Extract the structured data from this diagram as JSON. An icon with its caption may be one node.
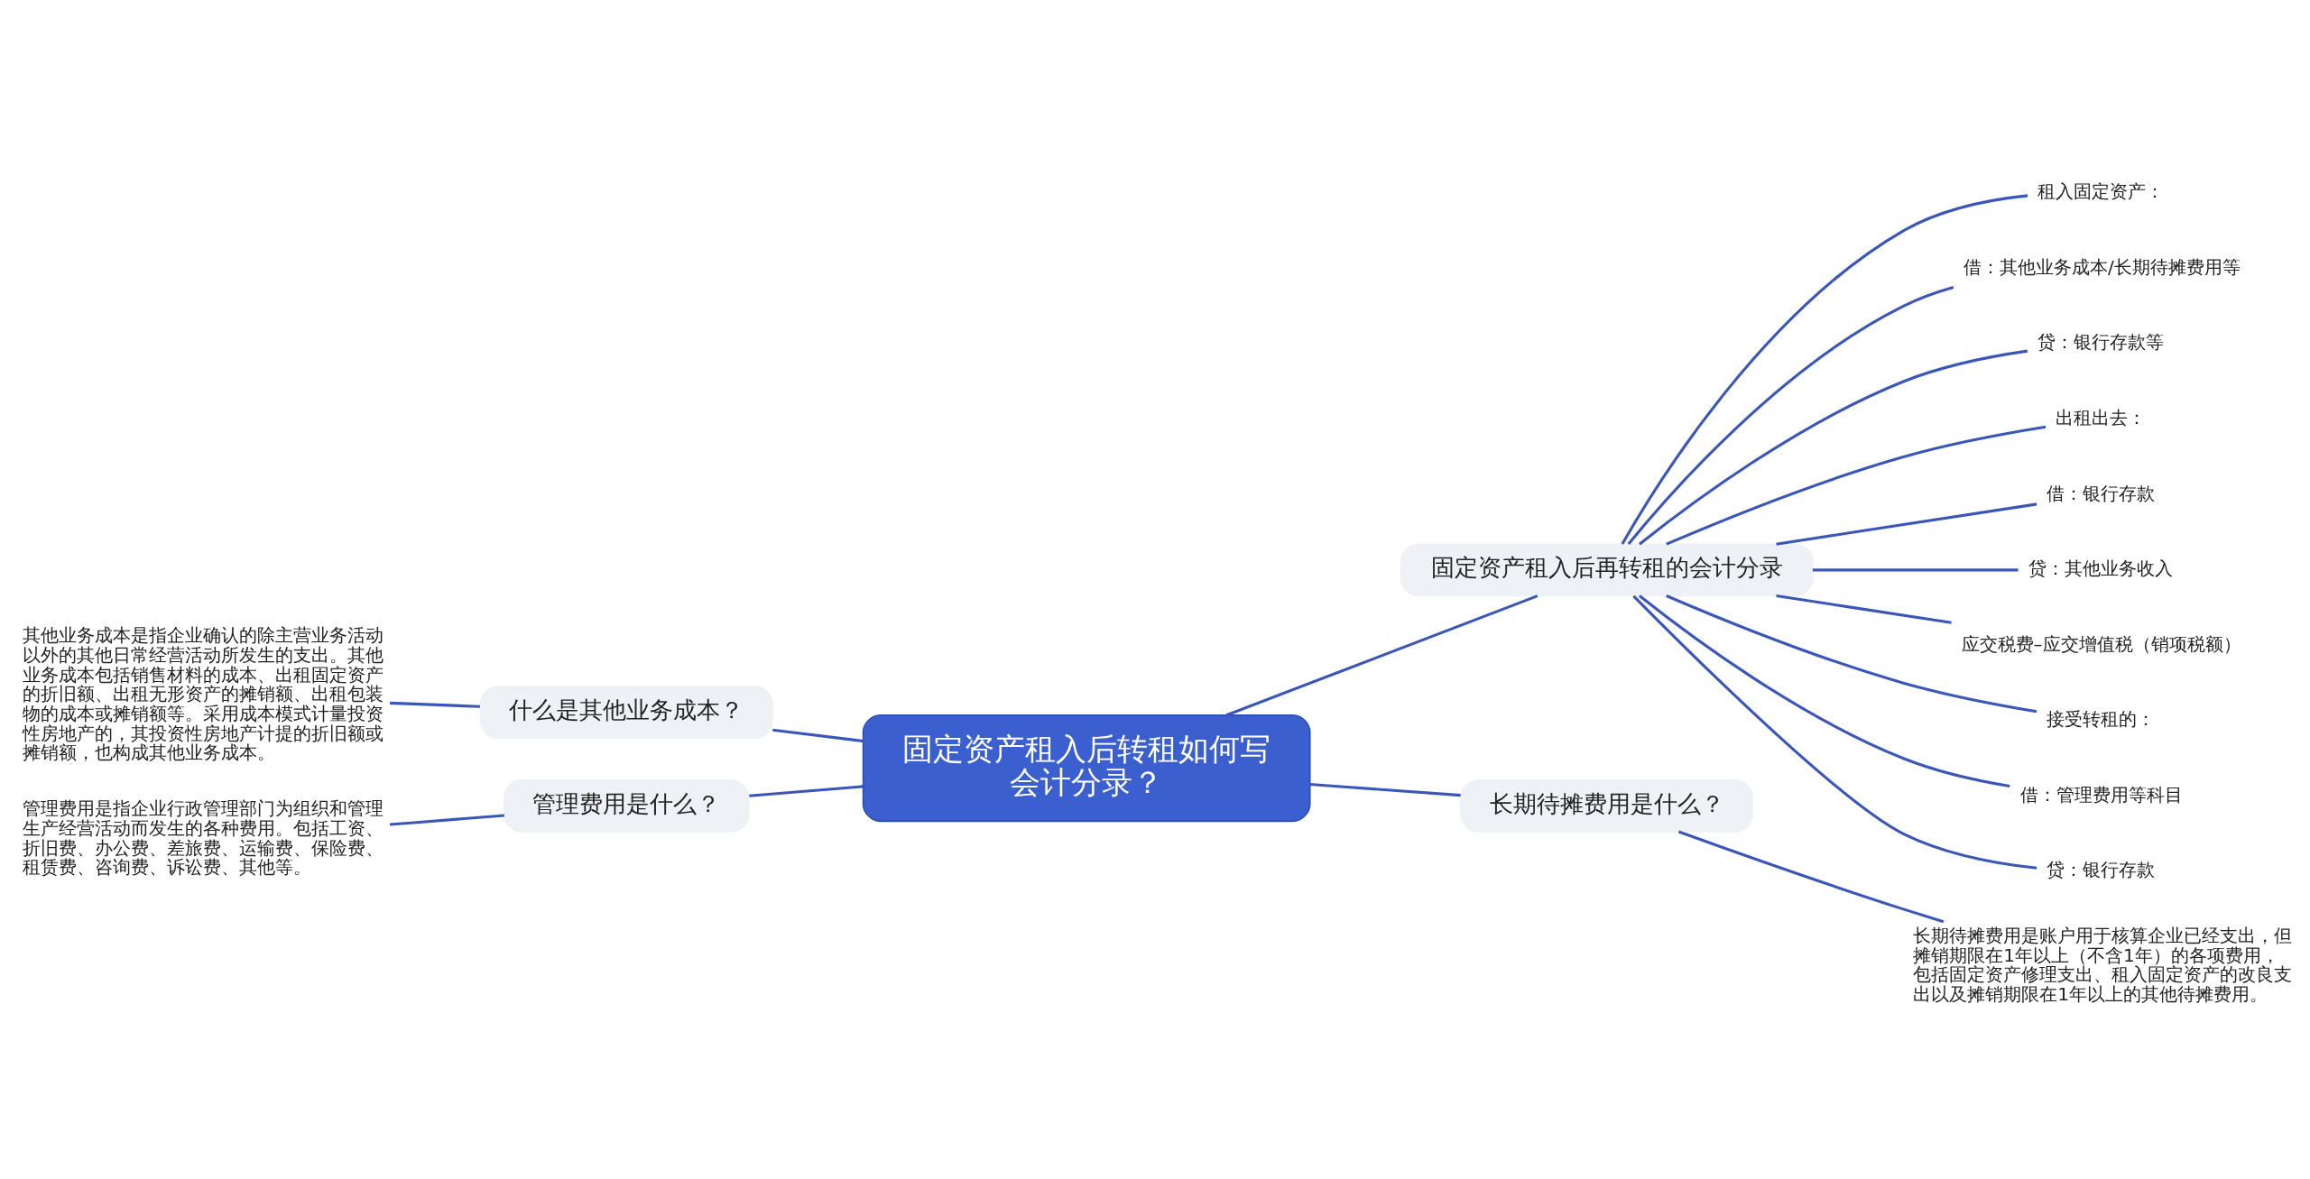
{
  "diagram": {
    "nodes": [
      {
        "text": [
          "固定资产租入后转租如何写会计分录？"
        ]
      },
      {
        "text": [
          "固定资产租入后再转租的会计分录"
        ]
      },
      {
        "text": [
          "租入固定资产："
        ]
      },
      {
        "text": [
          "借：其他业务成本/长期待摊费用等"
        ]
      },
      {
        "text": [
          "贷：银行存款等"
        ]
      },
      {
        "text": [
          "出租出去："
        ]
      },
      {
        "text": [
          "借：银行存款"
        ]
      },
      {
        "text": [
          "贷：其他业务收入"
        ]
      },
      {
        "text": [
          "应交税费–应交增值税（销项税额）"
        ]
      },
      {
        "text": [
          "接受转租的："
        ]
      },
      {
        "text": [
          "借：管理费用等科目"
        ]
      },
      {
        "text": [
          "贷：银行存款"
        ]
      },
      {
        "text": [
          "什么是其他业务成本？"
        ]
      },
      {
        "text": [
          "其他业务成本是指企业确认的除主营业务活动以外的其他日常经营活动所发生的支出。其他业务成本包括销售材料的成本、出租固定资产的折旧额、出租无形资产的摊销额、出租包装物的成本或摊销额等。采用成本模式计量投资性房地产的，其投资性房地产计提的折旧额或摊销额，也构成其他业务成本。"
        ]
      },
      {
        "text": [
          "管理费用是什么？"
        ]
      },
      {
        "text": [
          "管理费用是指企业行政管理部门为组织和管理生产经营活动而发生的各种费用。包括工资、折旧费、办公费、差旅费、运输费、保险费、租赁费、咨询费、诉讼费、其他等。"
        ]
      },
      {
        "text": [
          "长期待摊费用是什么？"
        ]
      },
      {
        "text": [
          "长期待摊费用是账户用于核算企业已经支出，但摊销期限在1年以上（不含1年）的各项费用，包括固定资产修理支出、租入固定资产的改良支出以及摊销期限在1年以上的其他待摊费用。"
        ]
      }
    ],
    "edges": [
      {
        "from": 0,
        "to": 1,
        "arrow": "none"
      },
      {
        "from": 1,
        "to": 2,
        "arrow": "none"
      },
      {
        "from": 1,
        "to": 3,
        "arrow": "none"
      },
      {
        "from": 1,
        "to": 4,
        "arrow": "none"
      },
      {
        "from": 1,
        "to": 5,
        "arrow": "none"
      },
      {
        "from": 1,
        "to": 6,
        "arrow": "none"
      },
      {
        "from": 1,
        "to": 7,
        "arrow": "none"
      },
      {
        "from": 1,
        "to": 8,
        "arrow": "none"
      },
      {
        "from": 1,
        "to": 9,
        "arrow": "none"
      },
      {
        "from": 1,
        "to": 10,
        "arrow": "none"
      },
      {
        "from": 1,
        "to": 11,
        "arrow": "none"
      },
      {
        "from": 0,
        "to": 12,
        "arrow": "none"
      },
      {
        "from": 12,
        "to": 13,
        "arrow": "none"
      },
      {
        "from": 0,
        "to": 14,
        "arrow": "none"
      },
      {
        "from": 14,
        "to": 15,
        "arrow": "none"
      },
      {
        "from": 0,
        "to": 16,
        "arrow": "none"
      },
      {
        "from": 16,
        "to": 17,
        "arrow": "none"
      }
    ]
  }
}
